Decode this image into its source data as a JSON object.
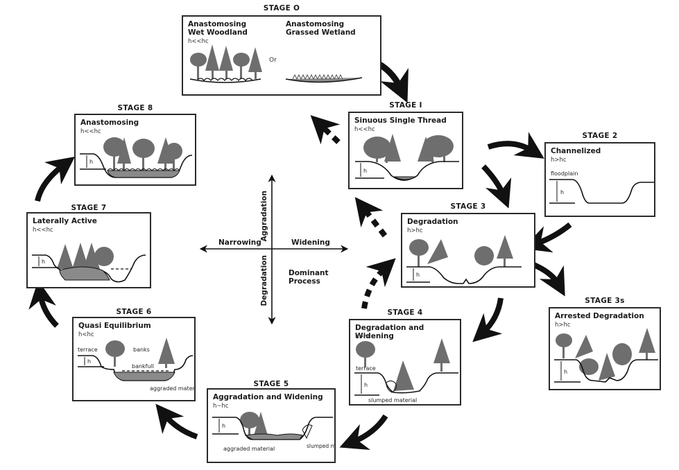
{
  "diagram": {
    "axes": {
      "left": "Narrowing",
      "right": "Widening",
      "up": "Aggradation",
      "down": "Degradation",
      "note": "Dominant Process"
    },
    "stages": [
      {
        "id": "0",
        "label": "STAGE O",
        "title_a": "Anastomosing Wet Woodland",
        "cond": "h<<hc",
        "title_b": "Anastomosing Grassed Wetland",
        "or": "Or"
      },
      {
        "id": "1",
        "label": "STAGE I",
        "title": "Sinuous Single Thread",
        "cond": "h<<hc"
      },
      {
        "id": "2",
        "label": "STAGE 2",
        "title": "Channelized",
        "cond": "h>hc",
        "annotations": [
          "floodplain",
          "h"
        ]
      },
      {
        "id": "3",
        "label": "STAGE 3",
        "title": "Degradation",
        "cond": "h>hc"
      },
      {
        "id": "3s",
        "label": "STAGE 3s",
        "title": "Arrested Degradation",
        "cond": "h>hc"
      },
      {
        "id": "4",
        "label": "STAGE 4",
        "title": "Degradation and Widening",
        "cond": "h>hc",
        "annotations": [
          "terrace",
          "slumped material"
        ]
      },
      {
        "id": "5",
        "label": "STAGE 5",
        "title": "Aggradation and Widening",
        "cond": "h~hc",
        "annotations": [
          "aggraded material",
          "slumped material"
        ]
      },
      {
        "id": "6",
        "label": "STAGE 6",
        "title": "Quasi Equilibrium",
        "cond": "h<hc",
        "annotations": [
          "terrace",
          "banks",
          "bankfull",
          "aggraded material"
        ]
      },
      {
        "id": "7",
        "label": "STAGE 7",
        "title": "Laterally Active",
        "cond": "h<<hc"
      },
      {
        "id": "8",
        "label": "STAGE 8",
        "title": "Anastomosing",
        "cond": "h<<hc"
      }
    ],
    "h_label": "h",
    "transitions": [
      {
        "from": "0",
        "to": "1",
        "style": "solid"
      },
      {
        "from": "1",
        "to": "2",
        "style": "solid"
      },
      {
        "from": "1",
        "to": "3",
        "style": "solid"
      },
      {
        "from": "2",
        "to": "3",
        "style": "solid"
      },
      {
        "from": "3",
        "to": "3s",
        "style": "solid"
      },
      {
        "from": "3",
        "to": "4",
        "style": "solid"
      },
      {
        "from": "4",
        "to": "5",
        "style": "solid"
      },
      {
        "from": "5",
        "to": "6",
        "style": "solid"
      },
      {
        "from": "6",
        "to": "7",
        "style": "solid"
      },
      {
        "from": "7",
        "to": "8",
        "style": "solid"
      },
      {
        "from": "1",
        "to": "0",
        "style": "dashed"
      },
      {
        "from": "3",
        "to": "1",
        "style": "dashed"
      },
      {
        "from": "4",
        "to": "3",
        "style": "dashed"
      }
    ],
    "colors": {
      "tree": "#6e6e6e",
      "sediment": "#8a8a8a",
      "line": "#1a1a1a"
    }
  }
}
